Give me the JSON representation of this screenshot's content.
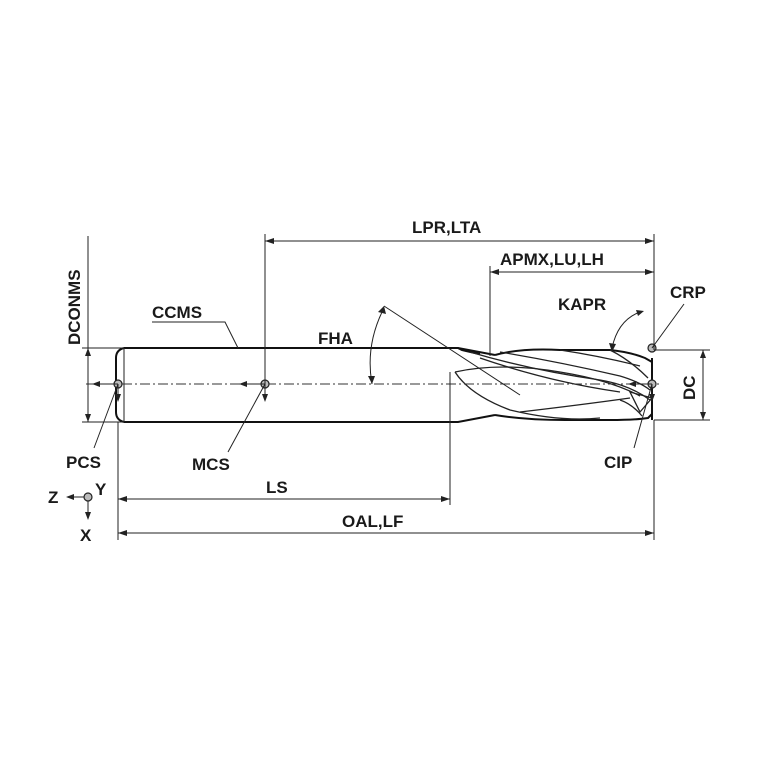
{
  "labels": {
    "dconms": "DCONMS",
    "ccms": "CCMS",
    "fha": "FHA",
    "lpr_lta": "LPR,LTA",
    "apmx_lu_lh": "APMX,LU,LH",
    "kapr": "KAPR",
    "crp": "CRP",
    "dc": "DC",
    "pcs": "PCS",
    "mcs": "MCS",
    "cip": "CIP",
    "ls": "LS",
    "oal_lf": "OAL,LF",
    "axis_z": "Z",
    "axis_y": "Y",
    "axis_x": "X"
  }
}
